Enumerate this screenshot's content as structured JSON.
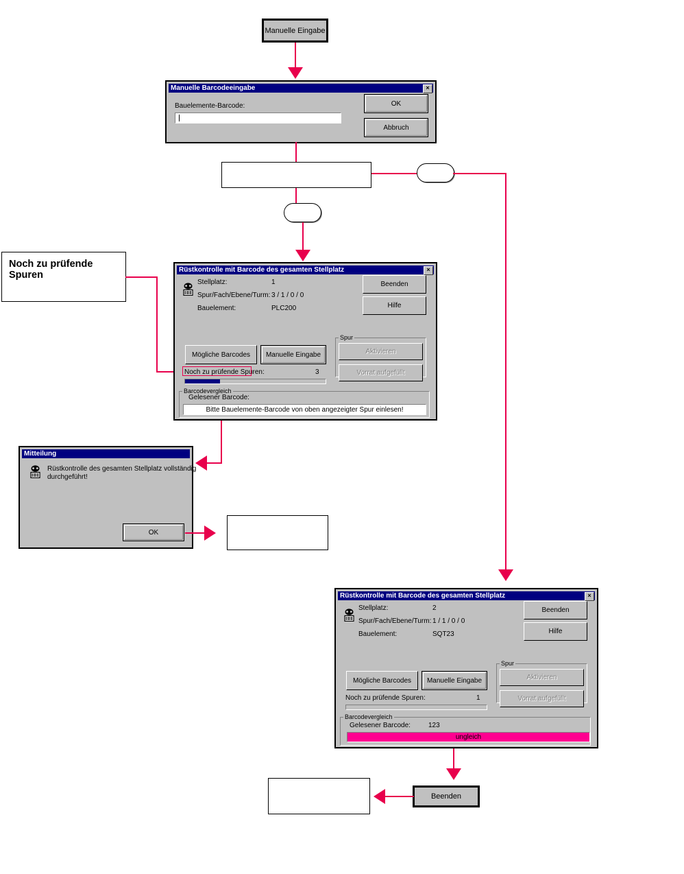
{
  "flow": {
    "top_button": {
      "label": "Manuelle Eingabe"
    },
    "annotation": {
      "text": "Noch zu prüfende Spuren"
    },
    "bottom_button": {
      "label": "Beenden"
    },
    "empty_boxes": [
      "",
      "",
      "",
      ""
    ],
    "connectors": [
      "",
      ""
    ]
  },
  "dialog_manual_input": {
    "title": "Manuelle Barcodeeingabe",
    "close_label": "×",
    "field_label": "Bauelemente-Barcode:",
    "field_value": "",
    "ok_label": "OK",
    "cancel_label": "Abbruch"
  },
  "dialog_check_1": {
    "title": "Rüstkontrolle mit Barcode des gesamten Stellplatz",
    "close_label": "×",
    "icon": "barcode-scanner-icon",
    "rows": [
      {
        "label": "Stellplatz:",
        "value": "1"
      },
      {
        "label": "Spur/Fach/Ebene/Turm:",
        "value": "3 / 1 / 0 / 0"
      },
      {
        "label": "Bauelement:",
        "value": "PLC200"
      }
    ],
    "btn_beenden": "Beenden",
    "btn_hilfe": "Hilfe",
    "btn_moegliche": "Mögliche Barcodes",
    "btn_manuelle": "Manuelle Eingabe",
    "group_spur": "Spur",
    "btn_aktivieren": "Aktivieren",
    "btn_vorrat": "Vorrat aufgefüllt",
    "spuren_label": "Noch zu prüfende Spuren:",
    "spuren_value": "3",
    "progress_percent": 25,
    "group_barcodevergleich": "Barcodevergleich",
    "gelesener_label": "Gelesener Barcode:",
    "gelesener_value": "",
    "status_text": "Bitte Bauelemente-Barcode von oben angezeigter Spur einlesen!"
  },
  "dialog_check_2": {
    "title": "Rüstkontrolle mit Barcode des gesamten Stellplatz",
    "close_label": "×",
    "icon": "barcode-scanner-icon",
    "rows": [
      {
        "label": "Stellplatz:",
        "value": "2"
      },
      {
        "label": "Spur/Fach/Ebene/Turm:",
        "value": "1 / 1 / 0 / 0"
      },
      {
        "label": "Bauelement:",
        "value": "SQT23"
      }
    ],
    "btn_beenden": "Beenden",
    "btn_hilfe": "Hilfe",
    "btn_moegliche": "Mögliche Barcodes",
    "btn_manuelle": "Manuelle Eingabe",
    "group_spur": "Spur",
    "btn_aktivieren": "Aktivieren",
    "btn_vorrat": "Vorrat aufgefüllt",
    "spuren_label": "Noch zu prüfende Spuren:",
    "spuren_value": "1",
    "progress_percent": 0,
    "group_barcodevergleich": "Barcodevergleich",
    "gelesener_label": "Gelesener Barcode:",
    "gelesener_value": "123",
    "status_text": "ungleich",
    "status_color": "#ff0090"
  },
  "dialog_message": {
    "title": "Mitteilung",
    "icon": "barcode-scanner-icon",
    "text_line1": "Rüstkontrolle des gesamten Stellplatz vollständig",
    "text_line2": "durchgeführt!",
    "ok_label": "OK"
  },
  "colors": {
    "accent_arrow": "#e8004c",
    "titlebar": "#000080",
    "dialog_face": "#c0c0c0",
    "progress_fill": "#000080",
    "status_unequal": "#ff0090"
  }
}
